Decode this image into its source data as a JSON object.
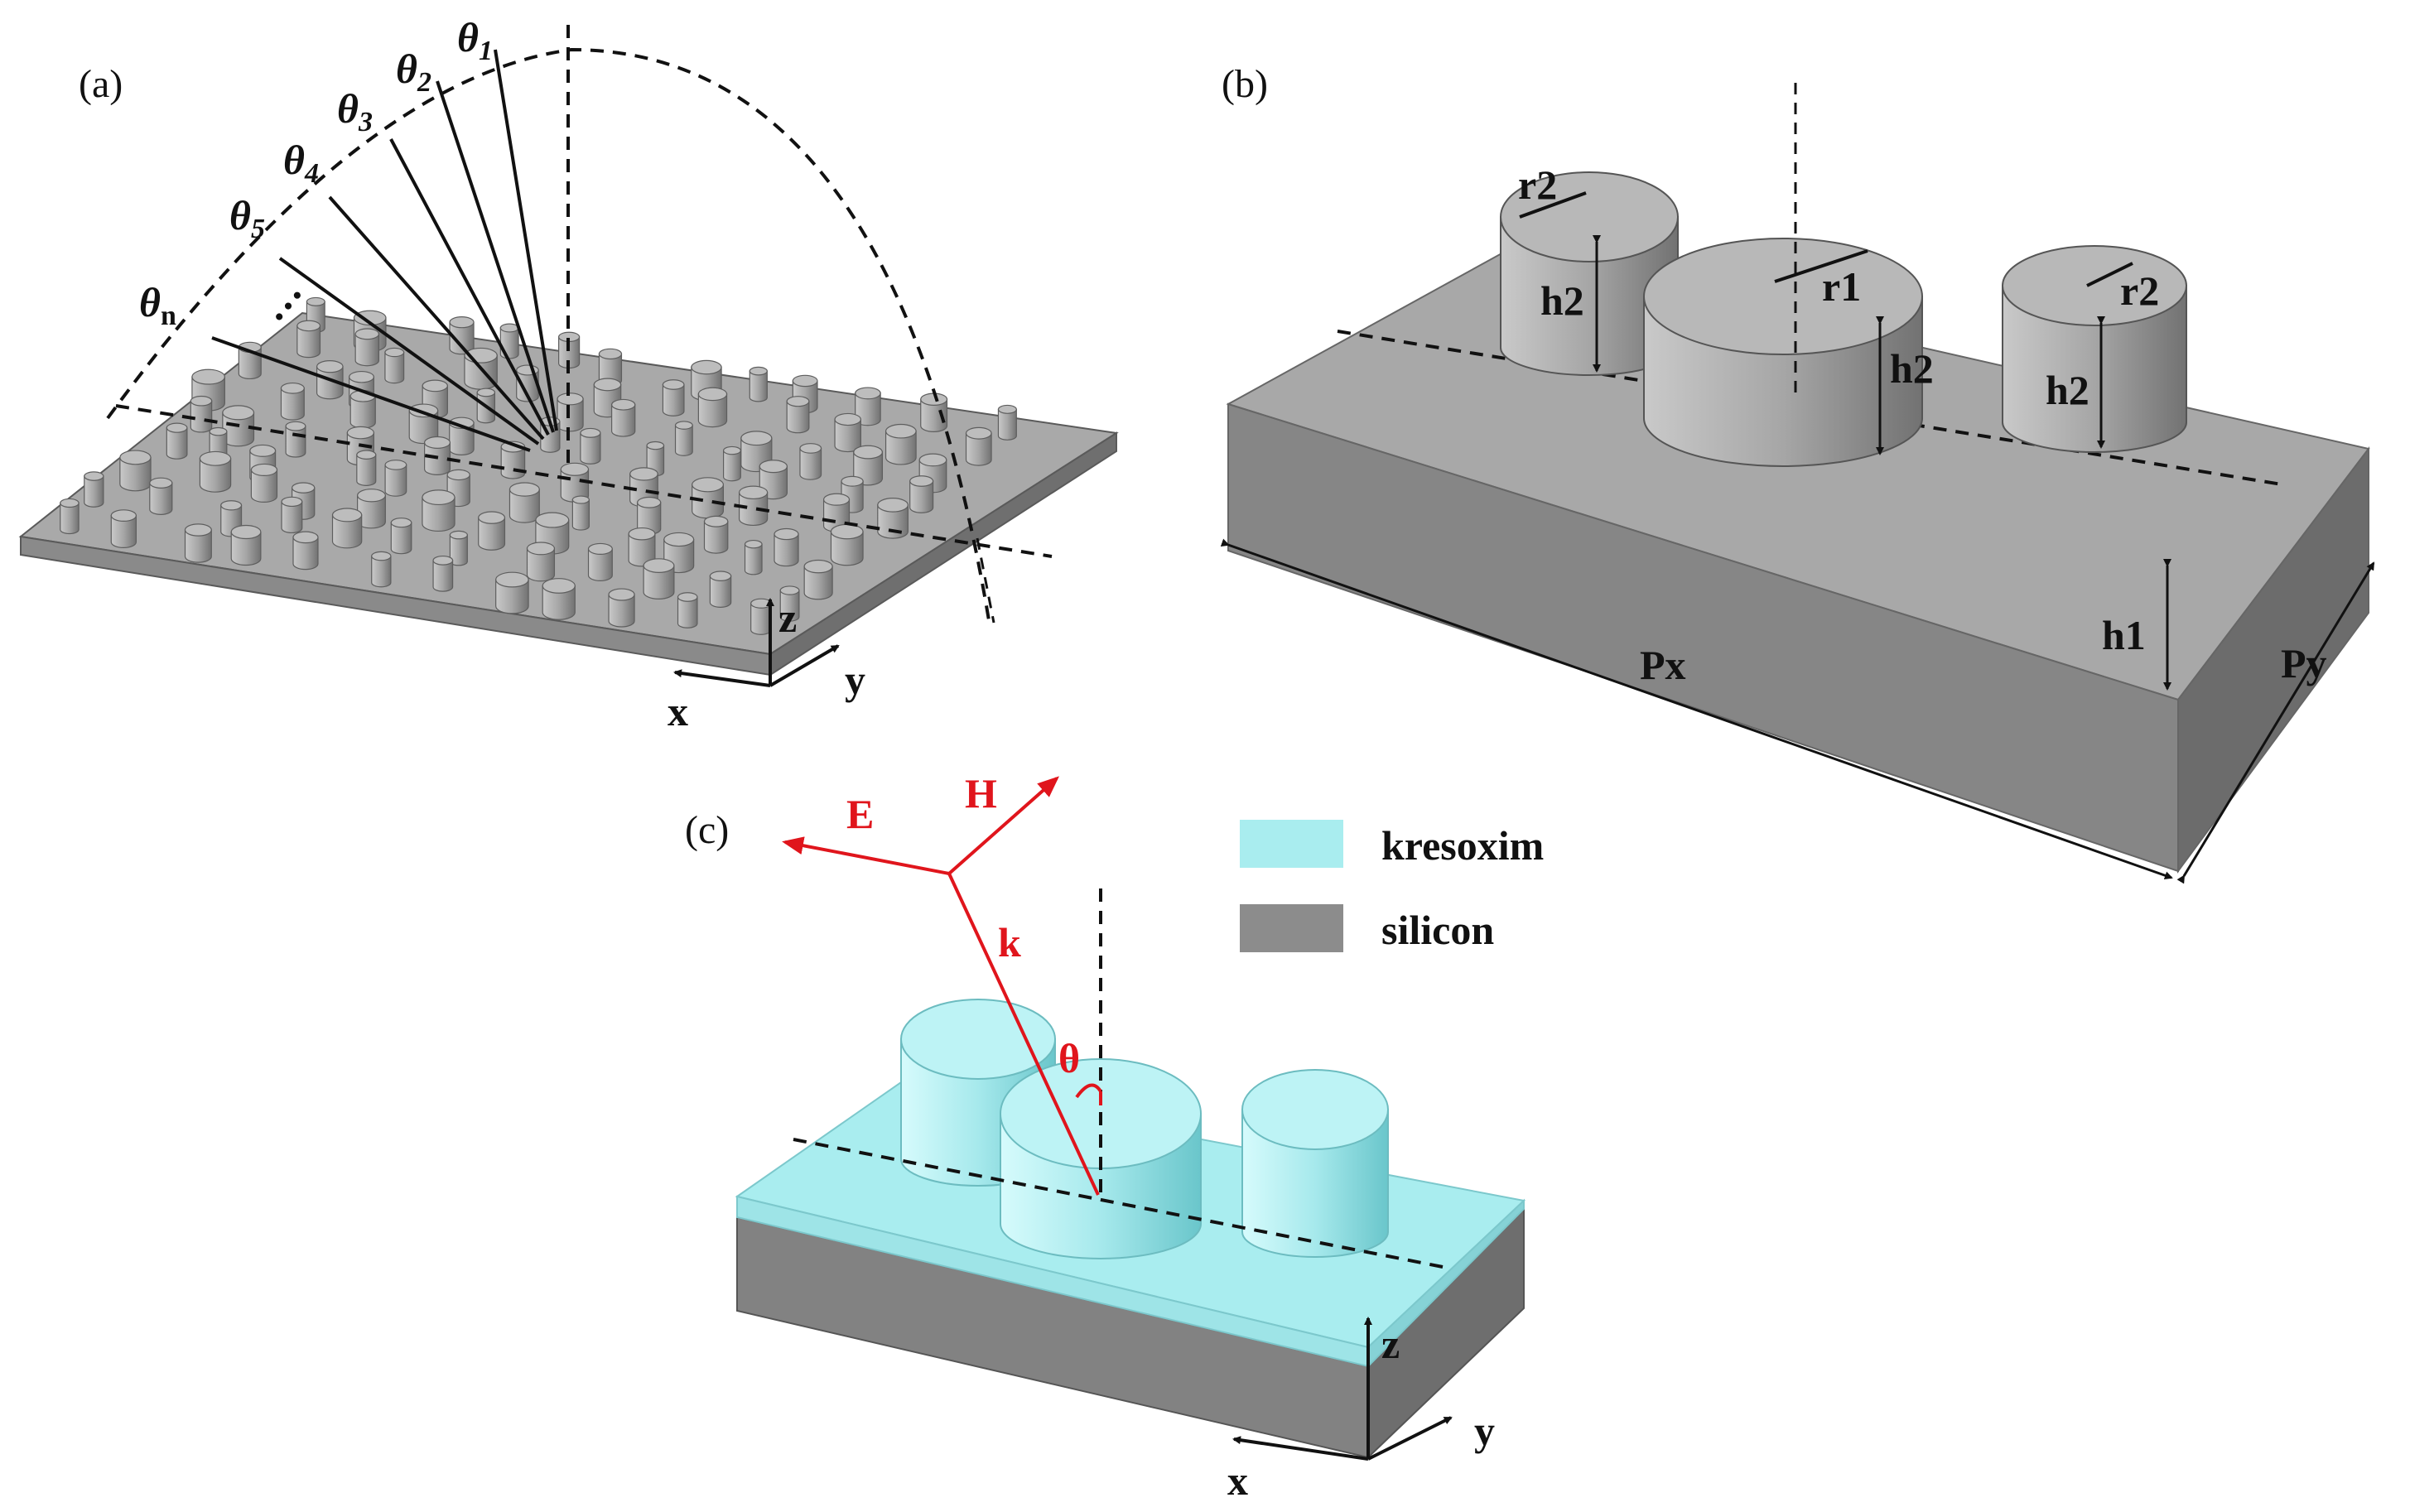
{
  "panels": {
    "a": {
      "label": "(a)",
      "angles": [
        {
          "sym": "θ",
          "sub": "1"
        },
        {
          "sym": "θ",
          "sub": "2"
        },
        {
          "sym": "θ",
          "sub": "3"
        },
        {
          "sym": "θ",
          "sub": "4"
        },
        {
          "sym": "θ",
          "sub": "5"
        },
        {
          "sym": "θ",
          "sub": "n"
        }
      ],
      "ellipsis": "…",
      "axes": {
        "x": "x",
        "y": "y",
        "z": "z"
      }
    },
    "b": {
      "label": "(b)",
      "dims": {
        "r1": "r1",
        "r2_left": "r2",
        "r2_right": "r2",
        "h2_left": "h2",
        "h2_center": "h2",
        "h2_right": "h2",
        "h1": "h1",
        "px": "Px",
        "py": "Py"
      }
    },
    "c": {
      "label": "(c)",
      "field": {
        "e": "E",
        "h": "H",
        "k": "k",
        "theta": "θ"
      },
      "axes": {
        "x": "x",
        "y": "y",
        "z": "z"
      }
    }
  },
  "legend": [
    {
      "label": "kresoxim",
      "color": "#a9edef"
    },
    {
      "label": "silicon",
      "color": "#8c8c8c"
    }
  ],
  "colors": {
    "field_red": "#e0151c",
    "gray_top": "#a8a8a8",
    "gray_side": "#7d7d7d",
    "cyan_top": "#a9edef"
  }
}
